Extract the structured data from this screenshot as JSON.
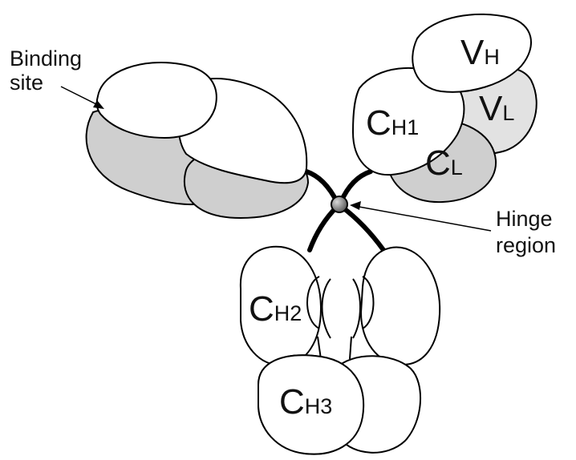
{
  "annotations": {
    "binding_site_line1": "Binding",
    "binding_site_line2": "site",
    "hinge_line1": "Hinge",
    "hinge_line2": "region"
  },
  "domains": {
    "vh": {
      "main": "V",
      "sub": "H"
    },
    "vl": {
      "main": "V",
      "sub": "L"
    },
    "ch1": {
      "main": "C",
      "sub": "H1"
    },
    "cl": {
      "main": "C",
      "sub": "L"
    },
    "ch2": {
      "main": "C",
      "sub": "H2"
    },
    "ch3": {
      "main": "C",
      "sub": "H3"
    }
  },
  "colors": {
    "heavy_chain_fill": "#ffffff",
    "light_chain_fill": "#cfcfcf",
    "hinge_dot": "#777777"
  }
}
